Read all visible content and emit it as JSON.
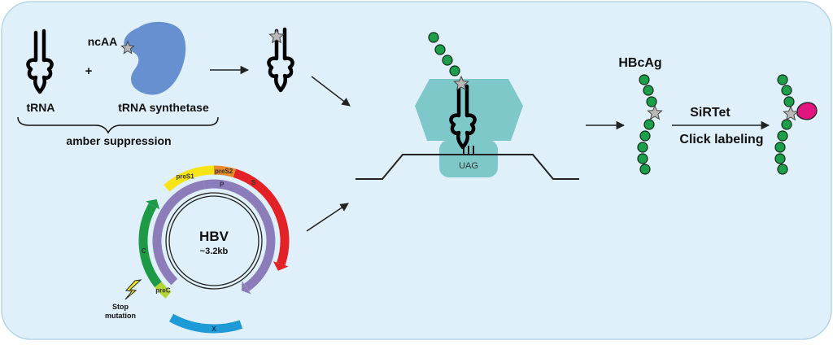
{
  "colors": {
    "background": "#dff0fa",
    "synthetase": "#6690cf",
    "ribosome": "#7fc8c9",
    "bead": "#1c9e4a",
    "star": "#b9b9b9",
    "dye": "#e0157e",
    "preS1": "#f6e415",
    "preS2": "#e88a27",
    "S": "#e32227",
    "P": "#8c7dba",
    "C": "#1e9a47",
    "preC": "#b3d235",
    "X": "#1e9ad6",
    "bolt": "#f3ea22"
  },
  "labels": {
    "trna_label": "tRNA",
    "ncaa_label": "ncAA",
    "plus": "+",
    "synthetase_label": "tRNA synthetase",
    "amber_suppression": "amber suppression",
    "codon": "UAG",
    "hbcag": "HBcAg",
    "sirtet": "SiRTet",
    "click_labeling": "Click labeling",
    "stop_line1": "Stop",
    "stop_line2": "mutation"
  },
  "plasmid": {
    "name": "HBV",
    "size": "~3.2kb",
    "genes": {
      "preS1": "preS1",
      "preS2": "preS2",
      "S": "S",
      "P": "P",
      "C": "C",
      "preC": "preC",
      "X": "X"
    }
  }
}
